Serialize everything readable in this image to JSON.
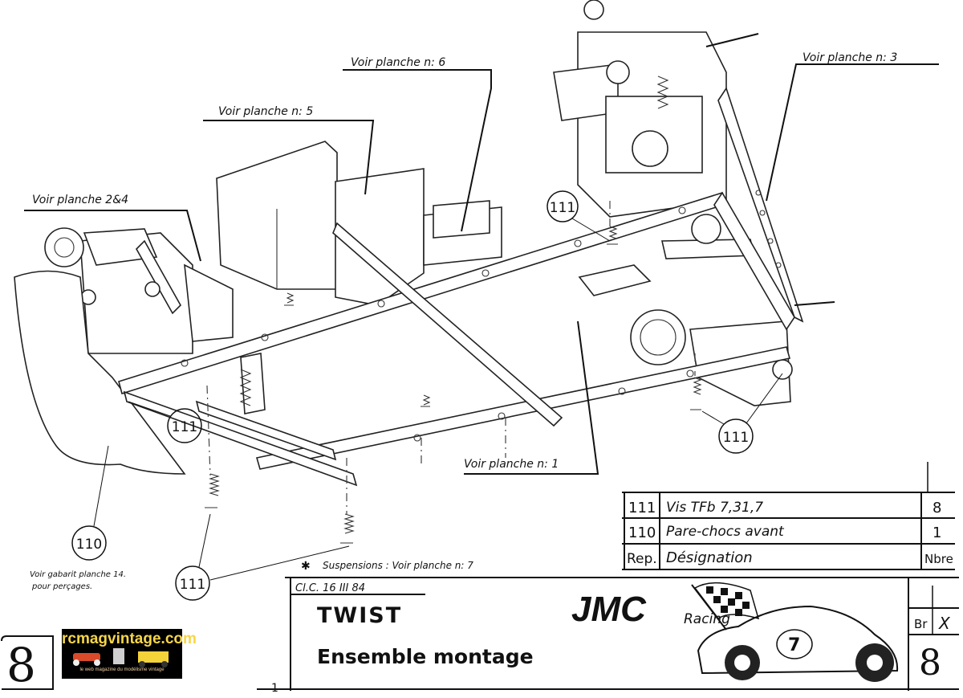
{
  "refs": {
    "planche6": "Voir planche n: 6",
    "planche5": "Voir planche n: 5",
    "planche3": "Voir planche n: 3",
    "planche24": "Voir planche 2&4",
    "planche1": "Voir planche n: 1"
  },
  "callouts": [
    "111",
    "111",
    "111",
    "111",
    "110"
  ],
  "notes": {
    "suspension": "Suspensions : Voir planche n: 7",
    "asterisk": "✱",
    "gabarit_line1": "Voir gabarit planche 14.",
    "gabarit_line2": "pour perçages."
  },
  "parts_table": {
    "rows": [
      {
        "rep": "111",
        "designation": "Vis TFb 7,31,7",
        "nbre": "8"
      },
      {
        "rep": "110",
        "designation": "Pare-chocs avant",
        "nbre": "1"
      }
    ],
    "header": {
      "rep": "Rep.",
      "designation": "Désignation",
      "nbre": "Nbre"
    }
  },
  "title_block": {
    "date": "Cl.C. 16 III 84",
    "model": "TWIST",
    "subtitle": "Ensemble montage",
    "brand": "JMC",
    "brand_sub": "Racing",
    "car_number": "7",
    "br_label": "Br",
    "br_value": "X",
    "sheet_number": "8",
    "sheet_corner": "8",
    "bottom_mark": "1"
  },
  "watermark": {
    "site": "rcmagvintage.com",
    "tagline": "le web magazine du modélisme vintage"
  }
}
